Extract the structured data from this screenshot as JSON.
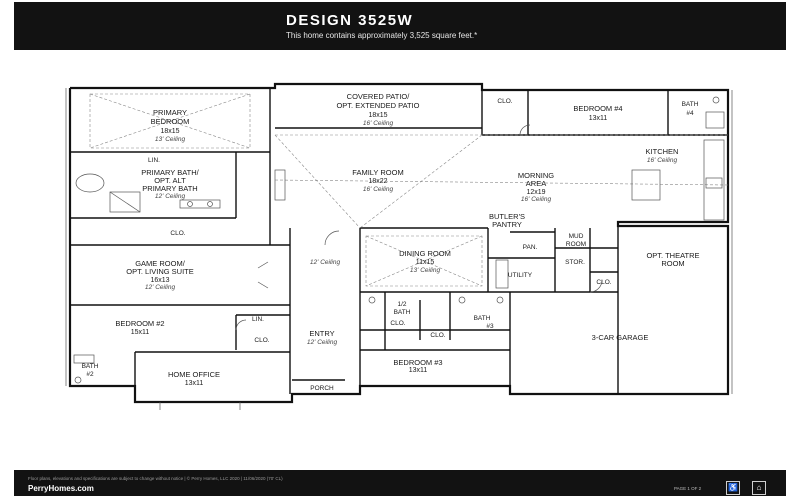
{
  "header": {
    "title": "DESIGN  3525W",
    "subtitle": "This home contains approximately 3,525 square feet.*"
  },
  "rooms": {
    "primary_bedroom": {
      "name1": "PRIMARY",
      "name2": "BEDROOM",
      "dim": "18x15",
      "ceiling": "13' Ceiling"
    },
    "covered_patio": {
      "name1": "COVERED PATIO/",
      "name2": "OPT. EXTENDED PATIO",
      "dim": "18x15",
      "ceiling": "16' Ceiling"
    },
    "bedroom4": {
      "name": "BEDROOM #4",
      "dim": "13x11"
    },
    "bath4": {
      "name1": "BATH",
      "name2": "#4"
    },
    "clo_bed4": "CLO.",
    "kitchen": {
      "name": "KITCHEN",
      "ceiling": "16' Ceiling"
    },
    "lin_primary": "LIN.",
    "primary_bath": {
      "name1": "PRIMARY BATH/",
      "name2": "OPT. ALT",
      "name3": "PRIMARY BATH",
      "ceiling": "12' Ceiling"
    },
    "family_room": {
      "name": "FAMILY ROOM",
      "dim": "18x22",
      "ceiling": "16' Ceiling"
    },
    "morning_area": {
      "name1": "MORNING",
      "name2": "AREA",
      "dim": "12x19",
      "ceiling": "16' Ceiling"
    },
    "clo_primary": "CLO.",
    "butlers_pantry": {
      "name1": "BUTLER'S",
      "name2": "PANTRY"
    },
    "pan": "PAN.",
    "mud_room": {
      "name1": "MUD",
      "name2": "ROOM"
    },
    "game_room": {
      "name1": "GAME ROOM/",
      "name2": "OPT. LIVING SUITE",
      "dim": "16x13",
      "ceiling": "12' Ceiling"
    },
    "hall_ceiling": "12' Ceiling",
    "dining_room": {
      "name": "DINING ROOM",
      "dim": "11x15",
      "ceiling": "13' Ceiling"
    },
    "utility": "UTILITY",
    "stor": "STOR.",
    "clo_stor": "CLO.",
    "theatre": {
      "name1": "OPT. THEATRE",
      "name2": "ROOM"
    },
    "bedroom2": {
      "name": "BEDROOM #2",
      "dim": "15x11"
    },
    "lin_bed2": "LIN.",
    "clo_bed2": "CLO.",
    "half_bath": {
      "name1": "1/2",
      "name2": "BATH"
    },
    "clo_mid_left": "CLO.",
    "clo_mid_right": "CLO.",
    "bath3": {
      "name1": "BATH",
      "name2": "#3"
    },
    "entry": {
      "name": "ENTRY",
      "ceiling": "12' Ceiling"
    },
    "bedroom3": {
      "name": "BEDROOM #3",
      "dim": "13x11"
    },
    "garage": "3-CAR GARAGE",
    "bath2": {
      "name1": "BATH",
      "name2": "#2"
    },
    "home_office": {
      "name": "HOME OFFICE",
      "dim": "13x11"
    },
    "porch": "PORCH"
  },
  "footer": {
    "legal": "Floor plans, elevations and specifications are subject to change without notice  |  © Perry Homes, LLC 2020  |  11/06/2020  (70' CL)",
    "website": "PerryHomes.com",
    "page": "PAGE 1 OF 2",
    "icons": [
      "accessibility-icon",
      "equal-housing-icon"
    ]
  }
}
